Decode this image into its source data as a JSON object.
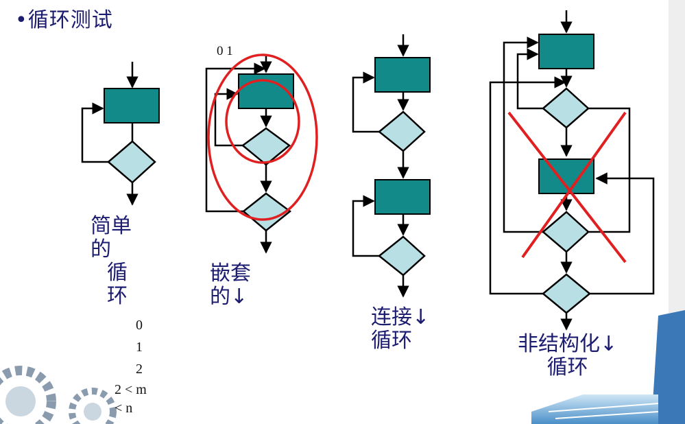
{
  "title": "•循环测试",
  "diagrams": {
    "simple": {
      "label_lines": [
        "简单",
        "的",
        "循",
        "环"
      ]
    },
    "nested": {
      "top_label": "0 1",
      "label_lines": [
        "嵌套",
        "的↓"
      ]
    },
    "concat": {
      "label_lines": [
        "连接↓",
        "循环"
      ]
    },
    "unstructured": {
      "label_lines": [
        "非结构化↓",
        "循环"
      ]
    }
  },
  "test_values": [
    "0",
    "1",
    "2",
    "2 < m",
    "< n"
  ],
  "colors": {
    "box": "#138a8a",
    "diamond": "#b8e0e4",
    "highlight": "#e02020",
    "text": "#1c1c70"
  }
}
